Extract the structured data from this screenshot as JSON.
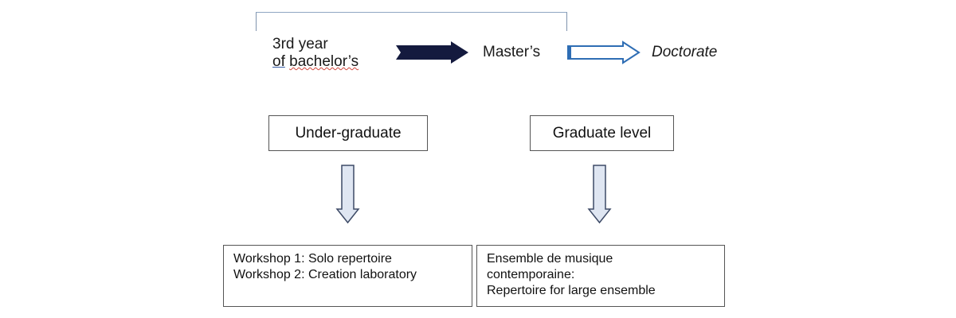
{
  "flow": {
    "step1": {
      "line1": "3rd year",
      "line2a": "of",
      "line2b": "bachelor’s"
    },
    "step2": "Master’s",
    "step3": "Doctorate"
  },
  "levels": {
    "left": "Under-graduate",
    "right": "Graduate level"
  },
  "content": {
    "left": [
      "Workshop 1: Solo repertoire",
      "Workshop 2: Creation laboratory"
    ],
    "right": [
      "Ensemble de musique",
      "contemporaine:",
      "Repertoire for large ensemble"
    ]
  },
  "colors": {
    "dark_arrow": "#141a3e",
    "outline_arrow": "#2e6db4",
    "down_arrow_fill": "#dfe6f2",
    "down_arrow_stroke": "#3d4a66"
  }
}
